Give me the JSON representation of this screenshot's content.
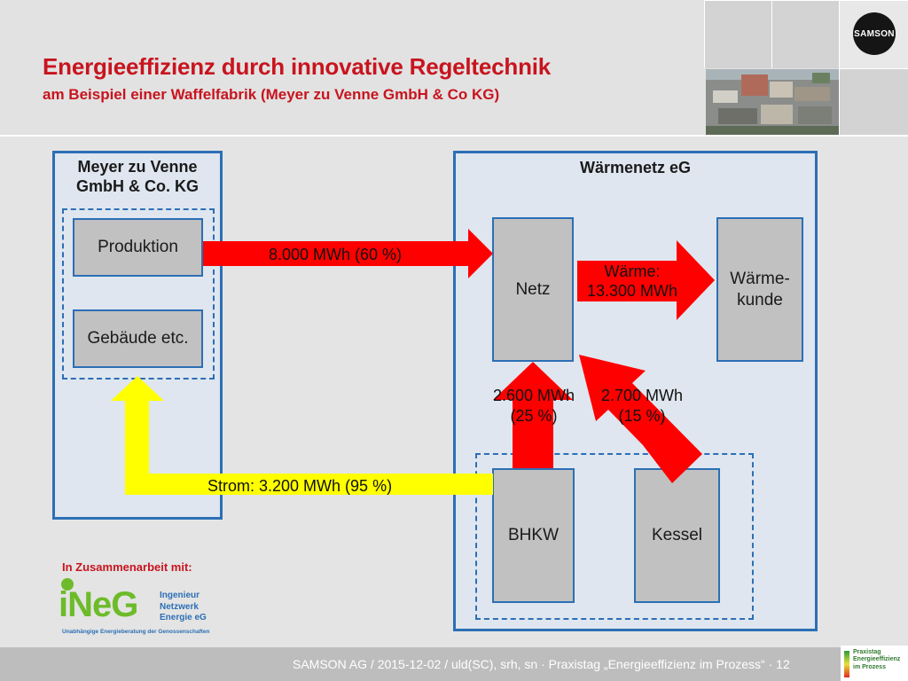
{
  "header": {
    "title": "Energieeffizienz durch innovative Regeltechnik",
    "subtitle": "am Beispiel einer Waffelfabrik (Meyer zu Venne GmbH & Co KG)",
    "logo_text": "SAMSON"
  },
  "diagram": {
    "left_frame_title_line1": "Meyer zu Venne",
    "left_frame_title_line2": "GmbH & Co. KG",
    "right_frame_title": "Wärmenetz eG",
    "nodes": {
      "produktion": "Produktion",
      "gebaeude": "Gebäude etc.",
      "netz": "Netz",
      "waermekunde_line1": "Wärme-",
      "waermekunde_line2": "kunde",
      "bhkw": "BHKW",
      "kessel": "Kessel"
    },
    "flows": {
      "produktion_to_netz": "8.000 MWh (60 %)",
      "netz_to_kunde_line1": "Wärme:",
      "netz_to_kunde_line2": "13.300 MWh",
      "bhkw_to_netz_line1": "2.600 MWh",
      "bhkw_to_netz_line2": "(25 %)",
      "kessel_to_netz_line1": "2.700 MWh",
      "kessel_to_netz_line2": "(15 %)",
      "strom": "Strom: 3.200 MWh (95 %)"
    },
    "colors": {
      "frame": "#2c6fb5",
      "heat_arrow": "#ff0000",
      "power_arrow": "#ffff00",
      "node_fill": "#c1c1c1"
    }
  },
  "partner": {
    "label": "In Zusammenarbeit mit:",
    "logo_letters": "iNeG",
    "logo_line1": "Ingenieur",
    "logo_line2": "Netzwerk",
    "logo_line3": "Energie eG",
    "logo_tagline": "Unabhängige Energieberatung der Genossenschaften"
  },
  "footer": {
    "text": "SAMSON AG / 2015-12-02 / uld(SC), srh, sn  ·  Praxistag „Energieeffizienz im Prozess“  ·  12",
    "badge_line1": "Praxistag",
    "badge_line2": "Energieeffizienz",
    "badge_line3": "im Prozess"
  }
}
